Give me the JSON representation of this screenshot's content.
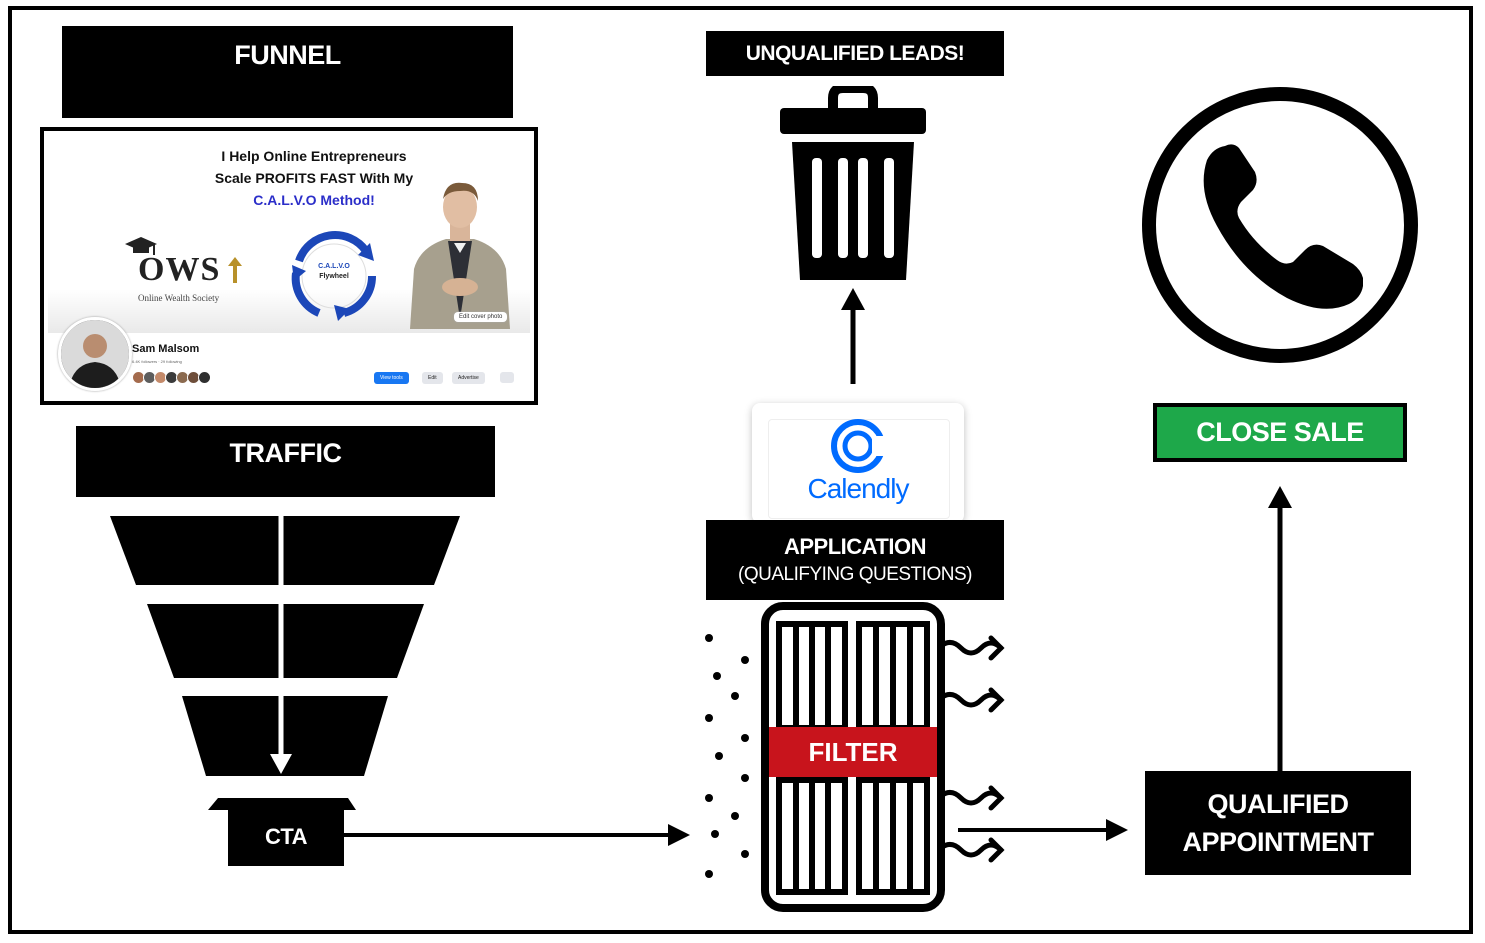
{
  "labels": {
    "funnel": "FUNNEL",
    "traffic": "TRAFFIC",
    "cta": "CTA",
    "unqualified": "UNQUALIFIED LEADS!",
    "application": "APPLICATION",
    "qualifying": "(QUALIFYING QUESTIONS)",
    "filter": "FILTER",
    "qualified_line1": "QUALIFIED",
    "qualified_line2": "APPOINTMENT",
    "close_sale": "CLOSE SALE"
  },
  "profile_card": {
    "headline_line1": "I Help Online Entrepreneurs",
    "headline_line2": "Scale PROFITS FAST With My",
    "headline_line3": "C.A.L.V.O Method!",
    "brand_mark": "OWS",
    "brand_sub": "Online Wealth Society",
    "cycle_label_1": "C.A.L.V.O",
    "cycle_label_2": "Flywheel",
    "edit_cover": "Edit cover photo",
    "name": "Sam Malsom",
    "stats": "6.4K followers · 29 following",
    "btn_view": "View tools",
    "btn_edit": "Edit",
    "btn_advertise": "Advertise"
  },
  "calendly": {
    "name": "Calendly"
  },
  "colors": {
    "black": "#000000",
    "filter_red": "#c8141c",
    "close_green": "#1ea84a",
    "calendly_blue": "#006bff",
    "headline_blue": "#2b2ec9",
    "ows_gold": "#b8912a"
  },
  "icons": [
    "trash-icon",
    "phone-icon",
    "calendly-logo-icon",
    "funnel-icon",
    "filter-icon",
    "arrow-icon"
  ]
}
